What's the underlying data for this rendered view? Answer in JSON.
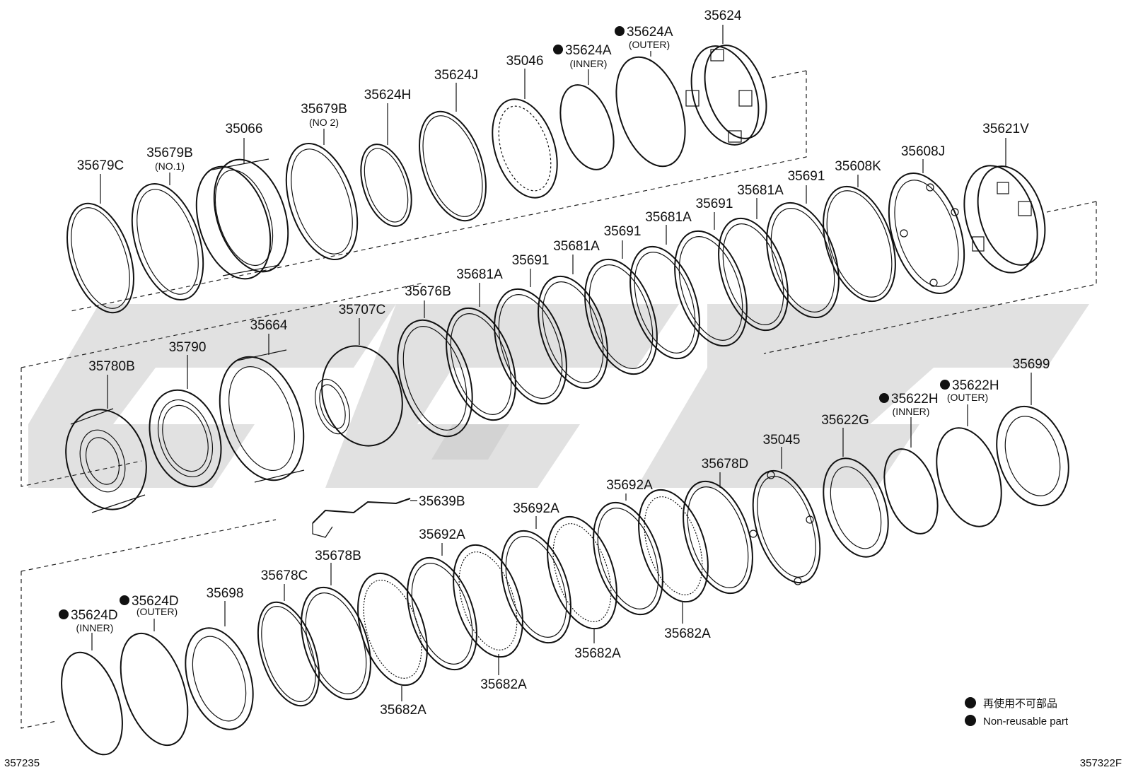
{
  "labels": {
    "p35624": "35624",
    "p35624A_outer": "35624A",
    "p35624A_outer_sub": "(OUTER)",
    "p35624A_inner": "35624A",
    "p35624A_inner_sub": "(INNER)",
    "p35046": "35046",
    "p35624J": "35624J",
    "p35624H": "35624H",
    "p35679B_no2": "35679B",
    "p35679B_no2_sub": "(NO 2)",
    "p35066": "35066",
    "p35679B_no1": "35679B",
    "p35679B_no1_sub": "(NO.1)",
    "p35679C": "35679C",
    "p35621V": "35621V",
    "p35608J": "35608J",
    "p35608K": "35608K",
    "p35691_a": "35691",
    "p35681A_a": "35681A",
    "p35691_b": "35691",
    "p35681A_b": "35681A",
    "p35691_c": "35691",
    "p35681A_c": "35681A",
    "p35691_d": "35691",
    "p35681A_d": "35681A",
    "p35676B": "35676B",
    "p35707C": "35707C",
    "p35664": "35664",
    "p35790": "35790",
    "p35780B": "35780B",
    "p35699": "35699",
    "p35622H_outer": "35622H",
    "p35622H_outer_sub": "(OUTER)",
    "p35622H_inner": "35622H",
    "p35622H_inner_sub": "(INNER)",
    "p35622G": "35622G",
    "p35045": "35045",
    "p35678D": "35678D",
    "p35692A_a": "35692A",
    "p35692A_b": "35692A",
    "p35692A_c": "35692A",
    "p35639B": "35639B",
    "p35678B": "35678B",
    "p35678C": "35678C",
    "p35698": "35698",
    "p35624D_outer": "35624D",
    "p35624D_outer_sub": "(OUTER)",
    "p35624D_inner": "35624D",
    "p35624D_inner_sub": "(INNER)",
    "p35682A_a": "35682A",
    "p35682A_b": "35682A",
    "p35682A_c": "35682A",
    "p35682A_d": "35682A"
  },
  "legend": {
    "japanese": "再使用不可部品",
    "english": "Non-reusable part"
  },
  "corner": {
    "left_code": "357235",
    "right_code": "357322F"
  },
  "colors": {
    "line": "#111111",
    "watermark": "#c9c9c9",
    "background": "#ffffff"
  }
}
